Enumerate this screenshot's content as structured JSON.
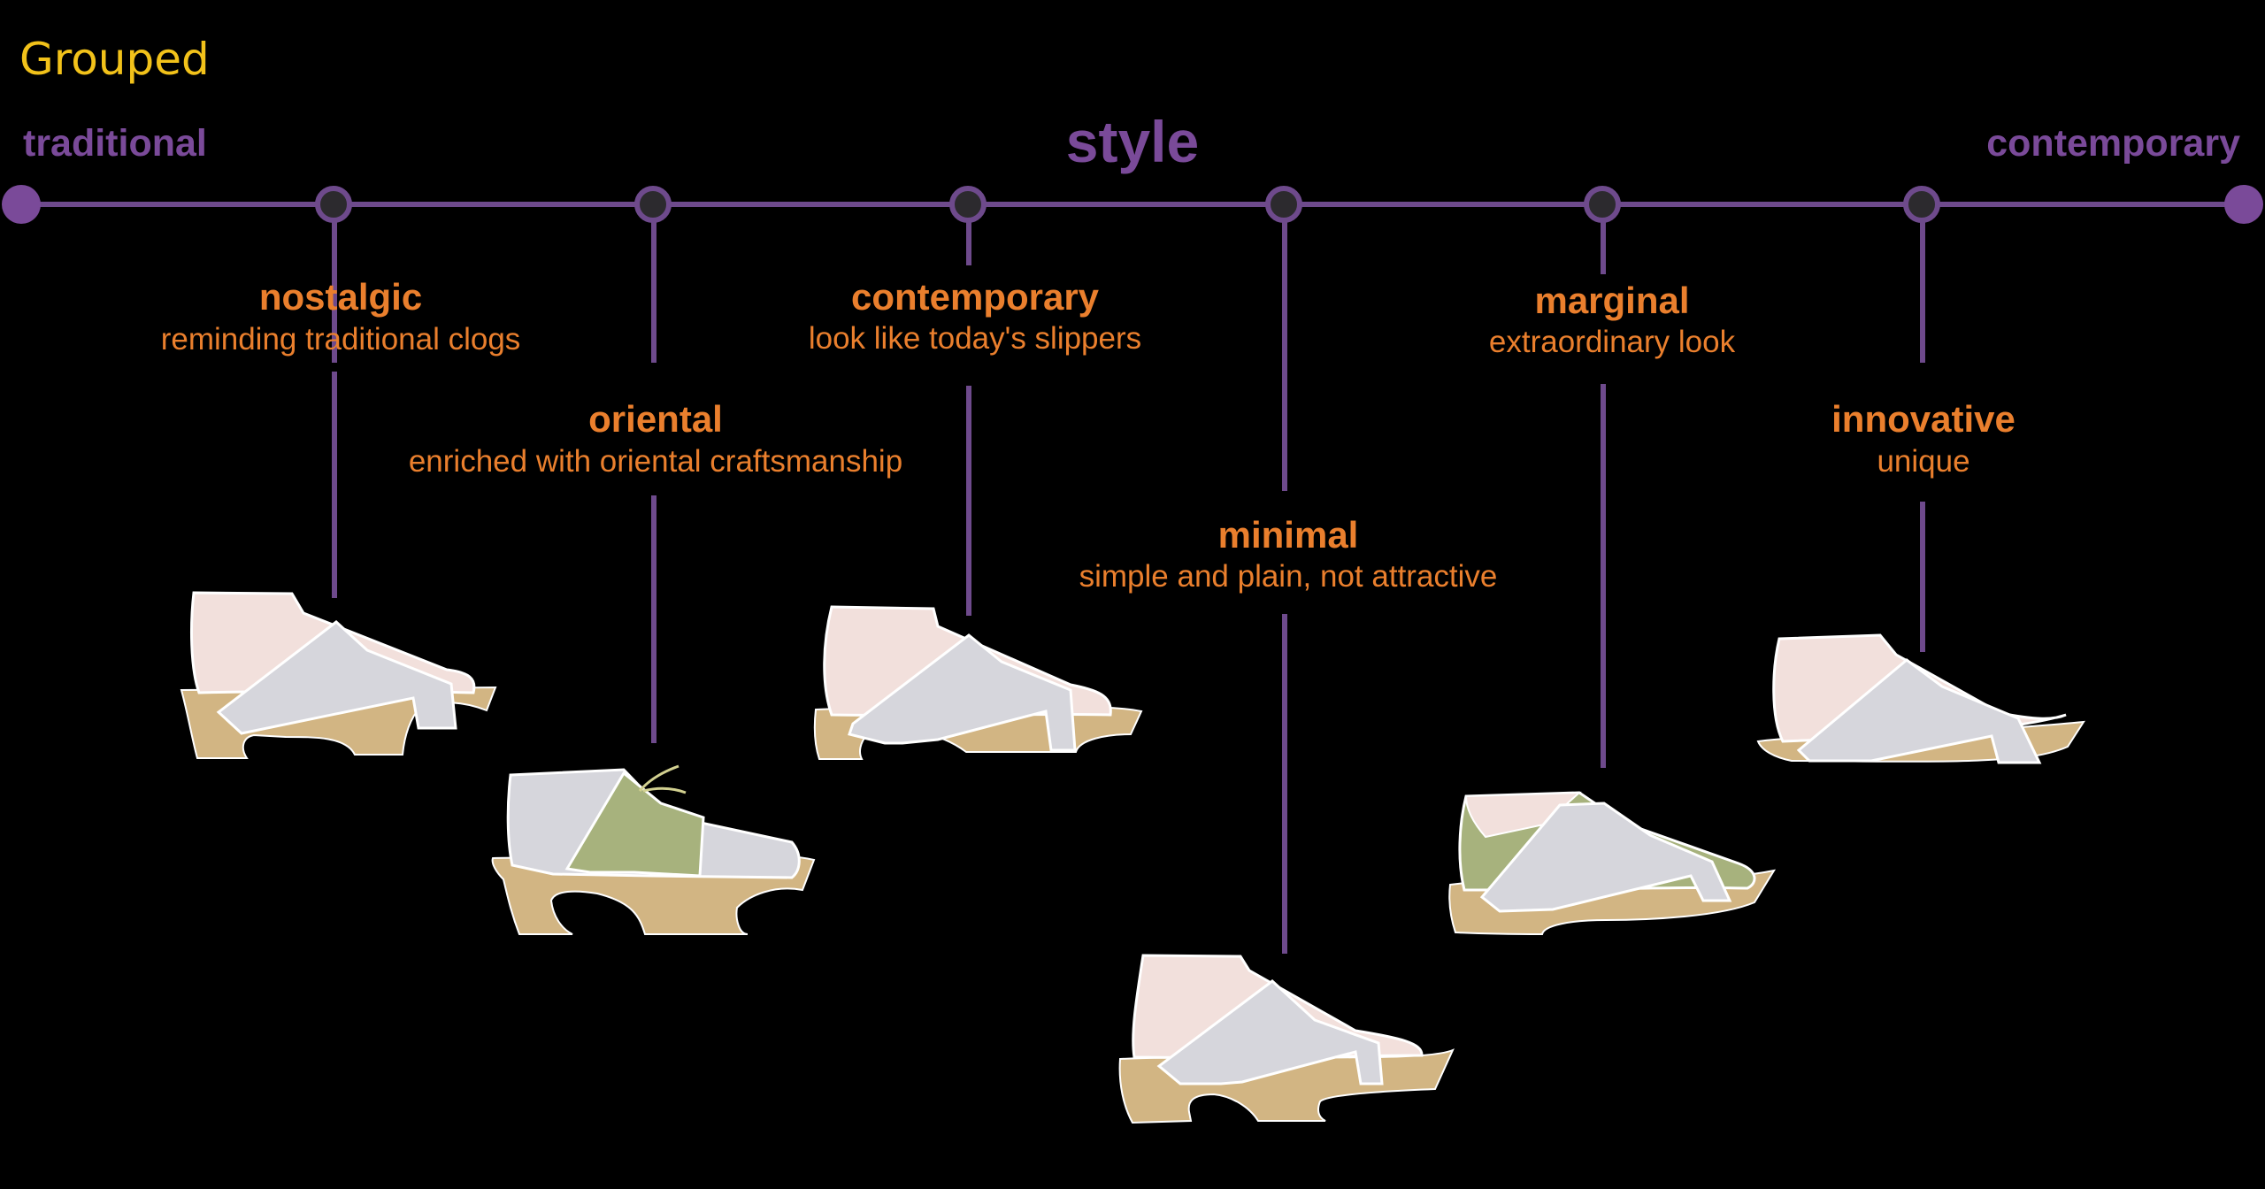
{
  "heading": "Grouped",
  "axis": {
    "title": "style",
    "left_label": "traditional",
    "right_label": "contemporary",
    "color": "#7a4a99",
    "node_fill": "#2c2a2e"
  },
  "categories": [
    {
      "name": "nostalgic",
      "description": "reminding traditional clogs"
    },
    {
      "name": "oriental",
      "description": "enriched with oriental craftsmanship"
    },
    {
      "name": "contemporary",
      "description": "look like today's slippers"
    },
    {
      "name": "minimal",
      "description": "simple and plain, not attractive"
    },
    {
      "name": "marginal",
      "description": "extraordinary look"
    },
    {
      "name": "innovative",
      "description": "unique"
    }
  ],
  "colors": {
    "heading": "#f2c21a",
    "category_text": "#ea7f2d",
    "clog_sole": "#d2b583",
    "clog_foot": "#f2e0dc",
    "clog_strap": "#d6d6dc",
    "clog_green": "#a7b27d"
  }
}
